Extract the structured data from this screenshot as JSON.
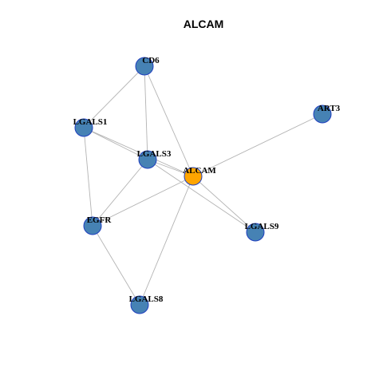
{
  "title": "ALCAM",
  "colors": {
    "focus_fill": "#FFA500",
    "node_fill": "#4682B4",
    "node_stroke": "#1F3FBF",
    "edge": "#B3B3B3"
  },
  "graph": {
    "focus": "ALCAM",
    "nodes": [
      {
        "id": "CD6",
        "label": "CD6"
      },
      {
        "id": "ART3",
        "label": "ART3"
      },
      {
        "id": "LGALS1",
        "label": "LGALS1"
      },
      {
        "id": "LGALS3",
        "label": "LGALS3"
      },
      {
        "id": "ALCAM",
        "label": "ALCAM"
      },
      {
        "id": "EGFR",
        "label": "EGFR"
      },
      {
        "id": "LGALS9",
        "label": "LGALS9"
      },
      {
        "id": "LGALS8",
        "label": "LGALS8"
      }
    ],
    "edges": [
      [
        "CD6",
        "LGALS1"
      ],
      [
        "CD6",
        "LGALS3"
      ],
      [
        "CD6",
        "ALCAM"
      ],
      [
        "ART3",
        "ALCAM"
      ],
      [
        "LGALS1",
        "LGALS3"
      ],
      [
        "LGALS1",
        "ALCAM"
      ],
      [
        "LGALS1",
        "EGFR"
      ],
      [
        "LGALS3",
        "ALCAM"
      ],
      [
        "LGALS3",
        "EGFR"
      ],
      [
        "LGALS3",
        "LGALS9"
      ],
      [
        "ALCAM",
        "EGFR"
      ],
      [
        "ALCAM",
        "LGALS9"
      ],
      [
        "ALCAM",
        "LGALS8"
      ],
      [
        "EGFR",
        "LGALS8"
      ]
    ]
  }
}
